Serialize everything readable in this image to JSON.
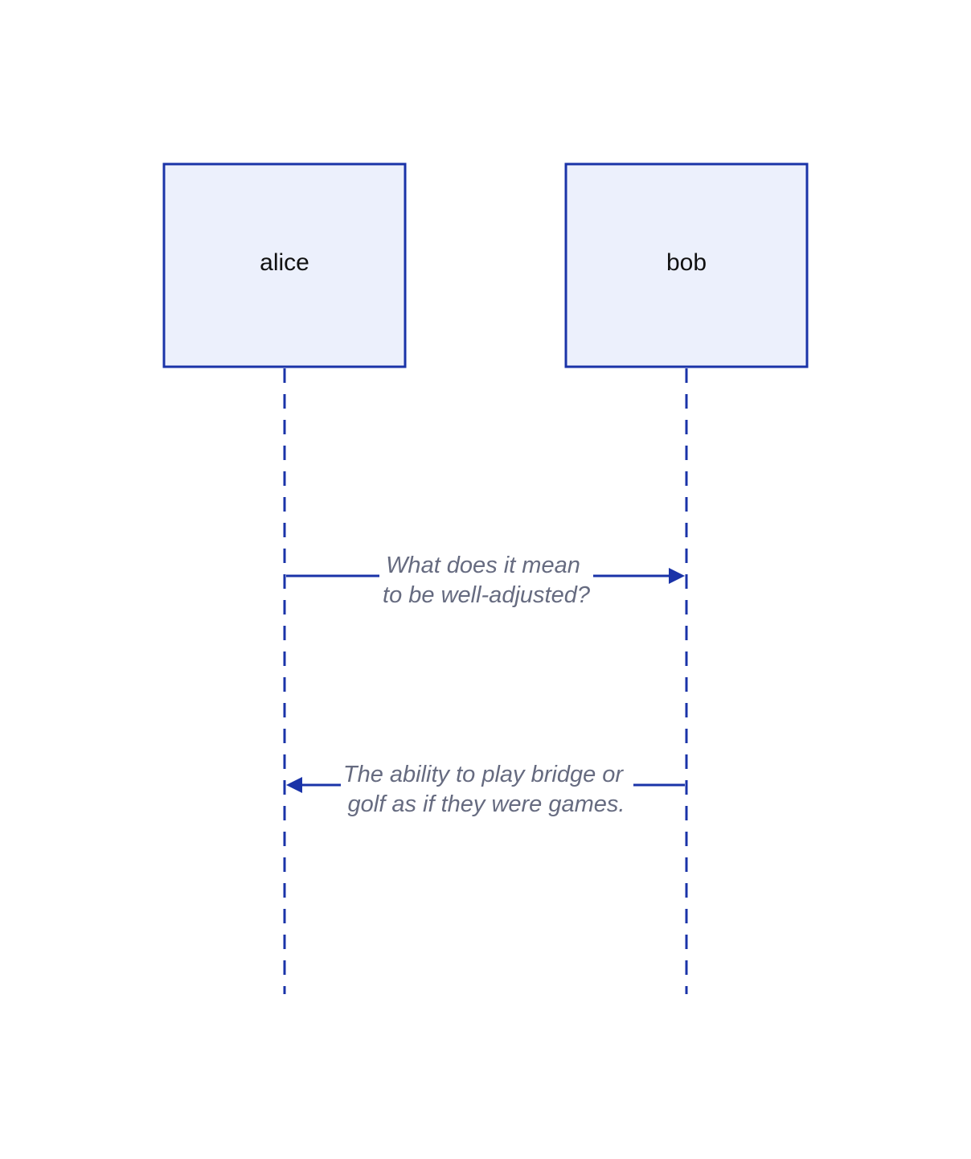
{
  "colors": {
    "background": "#ffffff",
    "actor_fill": "#ecf0fc",
    "actor_stroke": "#1a33a8",
    "lifeline": "#1a33a8",
    "arrow": "#1a33a8",
    "actor_text": "#111111",
    "message_text": "#666b80"
  },
  "actors": [
    {
      "id": "alice",
      "label": "alice"
    },
    {
      "id": "bob",
      "label": "bob"
    }
  ],
  "messages": [
    {
      "from": "alice",
      "to": "bob",
      "lines": [
        "What does it mean",
        "to be well-adjusted?"
      ]
    },
    {
      "from": "bob",
      "to": "alice",
      "lines": [
        "The ability to play bridge or",
        "golf as if they were games."
      ]
    }
  ]
}
